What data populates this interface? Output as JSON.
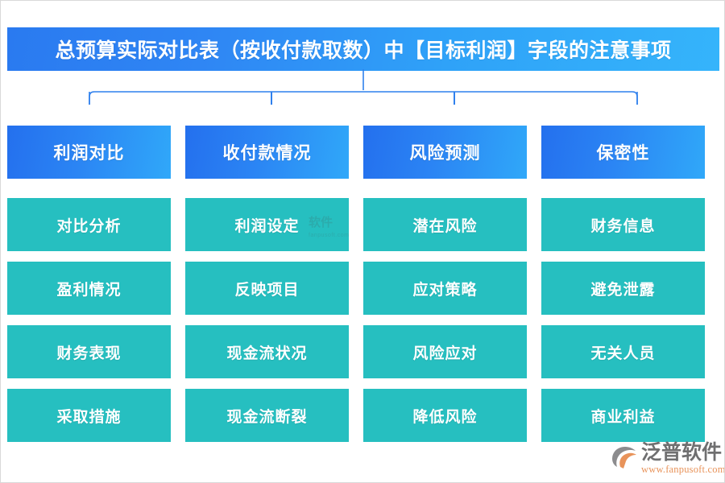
{
  "title": {
    "text": "总预算实际对比表（按收付款取数）中【目标利润】字段的注意事项"
  },
  "colors": {
    "title_gradient_start": "#2a7af0",
    "title_gradient_end": "#35b4fb",
    "header_gradient_start": "#2470ee",
    "header_gradient_end": "#30a8f9",
    "item_fill": "#26bfc0",
    "connector_line": "#2f80ed",
    "page_background": "#ffffff",
    "brand_text": "#6f6f70",
    "brand_url": "#e8935a"
  },
  "columns": [
    {
      "header": "利润对比",
      "items": [
        "对比分析",
        "盈利情况",
        "财务表现",
        "采取措施"
      ]
    },
    {
      "header": "收付款情况",
      "items": [
        "利润设定",
        "反映项目",
        "现金流状况",
        "现金流断裂"
      ]
    },
    {
      "header": "风险预测",
      "items": [
        "潜在风险",
        "应对策略",
        "风险应对",
        "降低风险"
      ]
    },
    {
      "header": "保密性",
      "items": [
        "财务信息",
        "避免泄露",
        "无关人员",
        "商业利益"
      ]
    }
  ],
  "watermark": {
    "text": "软件",
    "subtext": "fanpusoft.com"
  },
  "brand": {
    "name": "泛普软件",
    "url": "www.fanpusoft.com"
  }
}
